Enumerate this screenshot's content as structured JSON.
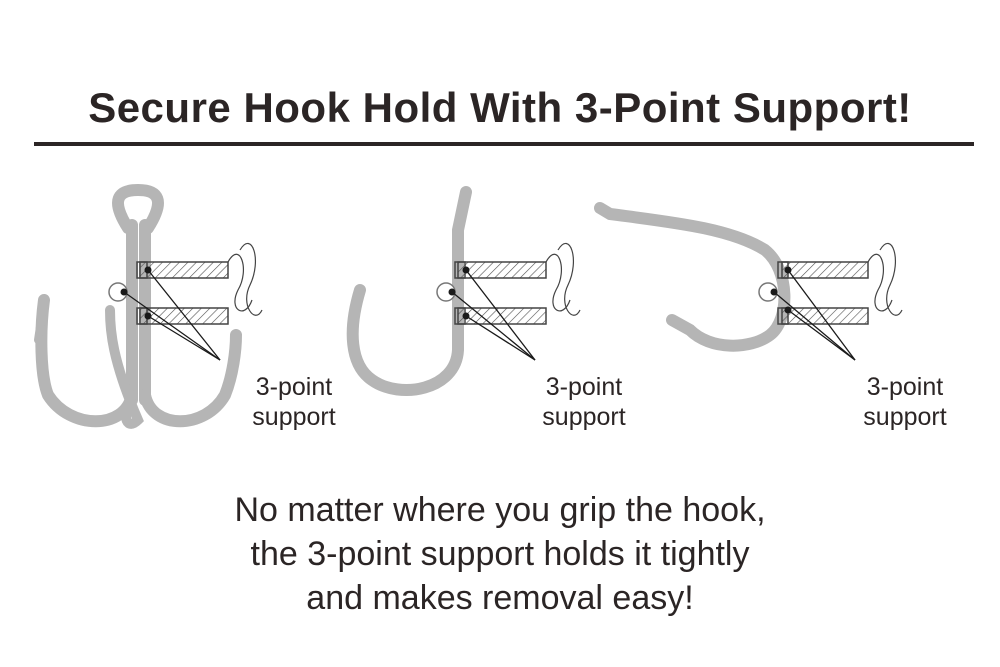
{
  "title": "Secure Hook Hold With 3-Point Support!",
  "panels": [
    {
      "hook": "treble-hook",
      "label_line1": "3-point",
      "label_line2": "support"
    },
    {
      "hook": "single-hook",
      "label_line1": "3-point",
      "label_line2": "support"
    },
    {
      "hook": "circle-hook",
      "label_line1": "3-point",
      "label_line2": "support"
    }
  ],
  "caption": {
    "line1": "No matter where you grip the hook,",
    "line2": "the 3-point support holds it tightly",
    "line3": "and makes removal easy!"
  },
  "colors": {
    "text": "#2b2525",
    "hook": "#b5b5b5",
    "dot": "#1a1a1a"
  }
}
